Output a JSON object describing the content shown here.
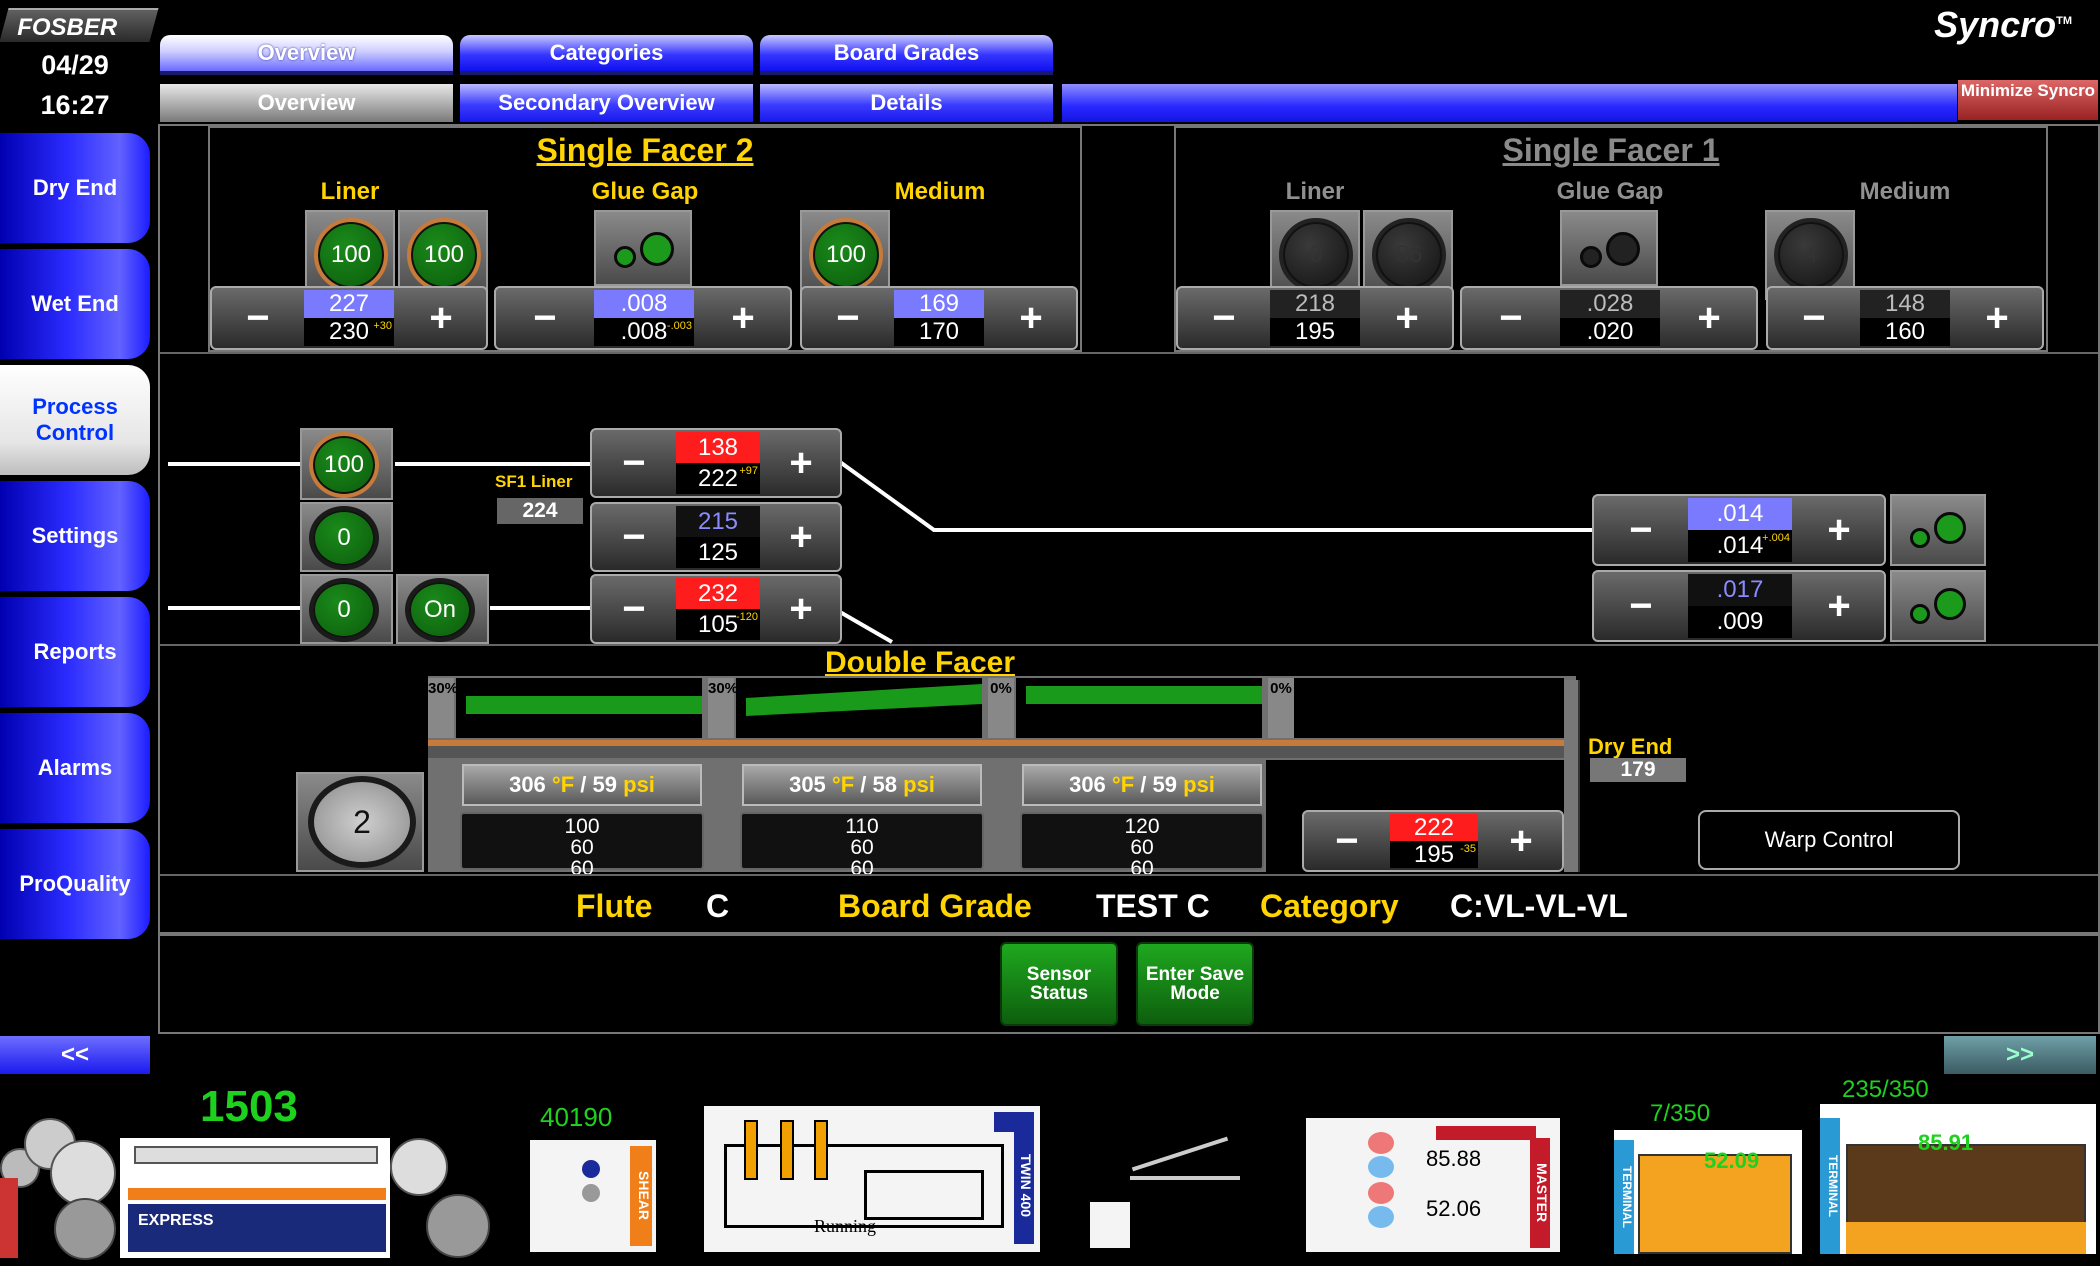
{
  "brand": "FOSBER",
  "product": "Syncro",
  "product_tm": "TM",
  "date": "04/29",
  "time": "16:27",
  "nav": [
    "Dry End",
    "Wet End",
    "Process Control",
    "Settings",
    "Reports",
    "Alarms",
    "ProQuality"
  ],
  "tabs": [
    "Overview",
    "Categories",
    "Board Grades"
  ],
  "subtabs": [
    "Overview",
    "Secondary Overview",
    "Details"
  ],
  "minimize": "Minimize Syncro",
  "sf2": {
    "title": "Single Facer 2",
    "liner_label": "Liner",
    "glue_label": "Glue Gap",
    "medium_label": "Medium",
    "liner_gauges": [
      "100",
      "100"
    ],
    "medium_gauge": "100",
    "liner": {
      "set": "227",
      "act": "230",
      "dev": "+30"
    },
    "glue": {
      "set": ".008",
      "act": ".008",
      "dev": "-.003"
    },
    "medium": {
      "set": "169",
      "act": "170"
    }
  },
  "sf1": {
    "title": "Single Facer 1",
    "liner_label": "Liner",
    "glue_label": "Glue Gap",
    "medium_label": "Medium",
    "liner_gauges": [
      "0",
      "86"
    ],
    "medium_gauge": "4",
    "liner": {
      "set": "218",
      "act": "195"
    },
    "glue": {
      "set": ".028",
      "act": ".020"
    },
    "medium": {
      "set": "148",
      "act": "160"
    }
  },
  "mid": {
    "gauges": [
      "100",
      "0",
      "0"
    ],
    "on": "On",
    "sf1_liner_label": "SF1 Liner",
    "sf1_liner_value": "224",
    "c1": {
      "set": "138",
      "act": "222",
      "dev": "+97"
    },
    "c2": {
      "set": "215",
      "act": "125"
    },
    "c3": {
      "set": "232",
      "act": "105",
      "dev": "-120"
    },
    "r1": {
      "set": ".014",
      "act": ".014",
      "dev": "+.004"
    },
    "r2": {
      "set": ".017",
      "act": ".009"
    }
  },
  "df": {
    "title": "Double Facer",
    "pct": [
      "30%",
      "30%",
      "0%",
      "0%"
    ],
    "heat": [
      {
        "temp": "306",
        "press": "59"
      },
      {
        "temp": "305",
        "press": "58"
      },
      {
        "temp": "306",
        "press": "59"
      }
    ],
    "temp_unit": "°F",
    "press_unit": "psi",
    "slots": [
      [
        "100",
        "60",
        "60"
      ],
      [
        "110",
        "60",
        "60"
      ],
      [
        "120",
        "60",
        "60"
      ]
    ],
    "dial": "2",
    "ctl": {
      "set": "222",
      "act": "195",
      "dev": "-35"
    },
    "dry_end_label": "Dry End",
    "dry_end_value": "179",
    "warp": "Warp Control"
  },
  "status": {
    "flute_label": "Flute",
    "flute": "C",
    "grade_label": "Board Grade",
    "grade": "TEST C",
    "cat_label": "Category",
    "cat": "C:VL-VL-VL"
  },
  "buttons": {
    "sensor": "Sensor Status",
    "save": "Enter Save Mode"
  },
  "pager": {
    "prev": "<<",
    "next": ">>"
  },
  "bottom": {
    "counter": "1503",
    "express": "EXPRESS",
    "shear_count": "40190",
    "shear": "SHEAR",
    "twin": "TWIN 400",
    "running": "Running",
    "master": "MASTER",
    "m1": "85.88",
    "m2": "52.06",
    "t1_count": "7/350",
    "t1_val": "52.09",
    "t2_count": "235/350",
    "t2_val": "85.91",
    "terminal": "TERMINAL"
  },
  "colors": {
    "accent_yellow": "#ffd400",
    "nav_blue": "#2b2bff",
    "alarm_red": "#ff1c1c",
    "set_blue": "#7a7aff",
    "ok_green": "#1b9a1b"
  }
}
